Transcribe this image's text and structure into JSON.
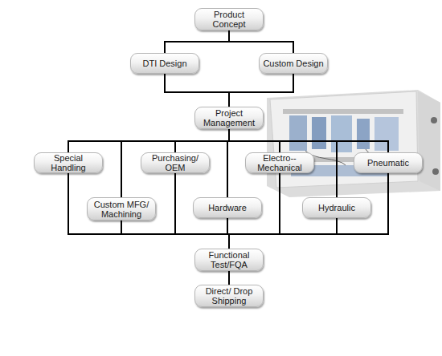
{
  "diagram": {
    "nodes": [
      {
        "text": [
          "Product Concept"
        ]
      },
      {
        "text": [
          "DTI Design"
        ]
      },
      {
        "text": [
          "Custom Design"
        ]
      },
      {
        "text": [
          "Project Management"
        ]
      },
      {
        "text": [
          "Special Handling"
        ]
      },
      {
        "text": [
          "Purchasing/ OEM"
        ]
      },
      {
        "text": [
          "Electro-- Mechanical"
        ]
      },
      {
        "text": [
          "Pneumatic"
        ]
      },
      {
        "text": [
          "Custom MFG/ Machining"
        ]
      },
      {
        "text": [
          "Hardware"
        ]
      },
      {
        "text": [
          "Hydraulic"
        ]
      },
      {
        "text": [
          "Functional Test/FQA"
        ]
      },
      {
        "text": [
          "Direct/ Drop Shipping"
        ]
      }
    ],
    "edges": [
      {
        "from": 0,
        "to": 1,
        "arrow": "none"
      },
      {
        "from": 0,
        "to": 2,
        "arrow": "none"
      },
      {
        "from": 1,
        "to": 3,
        "arrow": "none"
      },
      {
        "from": 2,
        "to": 3,
        "arrow": "none"
      },
      {
        "from": 3,
        "to": 4,
        "arrow": "none"
      },
      {
        "from": 3,
        "to": 5,
        "arrow": "none"
      },
      {
        "from": 3,
        "to": 6,
        "arrow": "none"
      },
      {
        "from": 3,
        "to": 7,
        "arrow": "none"
      },
      {
        "from": 3,
        "to": 8,
        "arrow": "none"
      },
      {
        "from": 3,
        "to": 9,
        "arrow": "none"
      },
      {
        "from": 3,
        "to": 10,
        "arrow": "none"
      },
      {
        "from": 4,
        "to": 11,
        "arrow": "none"
      },
      {
        "from": 5,
        "to": 11,
        "arrow": "none"
      },
      {
        "from": 6,
        "to": 11,
        "arrow": "none"
      },
      {
        "from": 7,
        "to": 11,
        "arrow": "none"
      },
      {
        "from": 8,
        "to": 11,
        "arrow": "none"
      },
      {
        "from": 9,
        "to": 11,
        "arrow": "none"
      },
      {
        "from": 10,
        "to": 11,
        "arrow": "none"
      },
      {
        "from": 11,
        "to": 12,
        "arrow": "none"
      }
    ]
  }
}
